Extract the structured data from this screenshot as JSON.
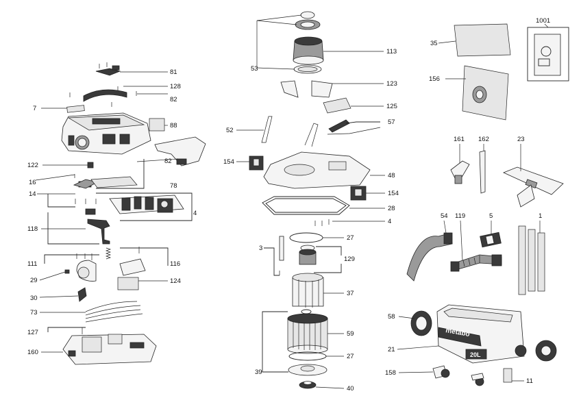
{
  "diagram": {
    "brand_text": "metabo",
    "tank_size_text": "20L",
    "callouts": [
      "81",
      "128",
      "82",
      "7",
      "88",
      "82",
      "122",
      "16",
      "78",
      "14",
      "4",
      "118",
      "111",
      "116",
      "29",
      "124",
      "30",
      "73",
      "127",
      "160",
      "53",
      "113",
      "123",
      "125",
      "52",
      "57",
      "154",
      "48",
      "154",
      "28",
      "4",
      "27",
      "3",
      "129",
      "37",
      "39",
      "59",
      "27",
      "40",
      "35",
      "1001",
      "156",
      "161",
      "162",
      "23",
      "54",
      "119",
      "5",
      "1",
      "58",
      "21",
      "158",
      "11"
    ]
  }
}
